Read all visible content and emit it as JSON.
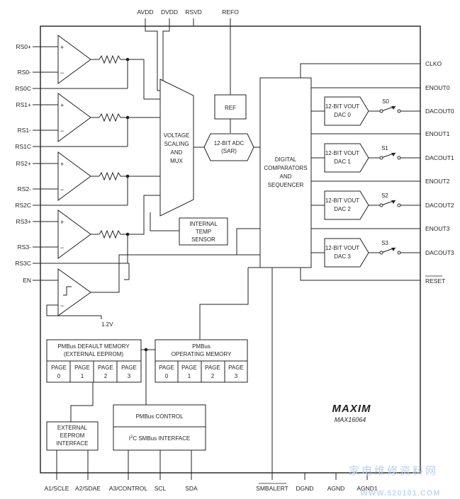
{
  "pins": {
    "top": [
      "AVDD",
      "DVDD",
      "RSVD",
      "REFO"
    ],
    "left": [
      "RS0+",
      "RS0-",
      "RS0C",
      "RS1+",
      "RS1-",
      "RS1C",
      "RS2+",
      "RS2-",
      "RS2C",
      "RS3+",
      "RS3-",
      "RS3C",
      "EN"
    ],
    "right": [
      "CLKO",
      "ENOUT0",
      "DACOUT0",
      "ENOUT1",
      "DACOUT1",
      "ENOUT2",
      "DACOUT2",
      "ENOUT3",
      "DACOUT3",
      "RESET"
    ],
    "bottom": [
      "A1/SCLE",
      "A2/SDAE",
      "A3/CONTROL",
      "SCL",
      "SDA",
      "SMBALERT",
      "DGND",
      "AGND",
      "AGND1"
    ]
  },
  "blocks": {
    "mux": [
      "VOLTAGE",
      "SCALING",
      "AND",
      "MUX"
    ],
    "ref": "REF",
    "adc": [
      "12-BIT ADC",
      "(SAR)"
    ],
    "temp": [
      "INTERNAL",
      "TEMP",
      "SENSOR"
    ],
    "digital": [
      "DIGITAL",
      "COMPARATORS",
      "AND",
      "SEQUENCER"
    ],
    "dacs": [
      {
        "line1": "12-BIT VOUT",
        "line2": "DAC 0",
        "switch": "S0"
      },
      {
        "line1": "12-BIT VOUT",
        "line2": "DAC 1",
        "switch": "S1"
      },
      {
        "line1": "12-BIT VOUT",
        "line2": "DAC 2",
        "switch": "S2"
      },
      {
        "line1": "12-BIT VOUT",
        "line2": "DAC 3",
        "switch": "S3"
      }
    ],
    "en_threshold": "1.2V",
    "default_memory": {
      "title1": "PMBus DEFAULT MEMORY",
      "title2": "(EXTERNAL EEPROM)",
      "pages": [
        [
          "PAGE",
          "0"
        ],
        [
          "PAGE",
          "1"
        ],
        [
          "PAGE",
          "2"
        ],
        [
          "PAGE",
          "3"
        ]
      ]
    },
    "operating_memory": {
      "title1": "PMBus",
      "title2": "OPERATING MEMORY",
      "pages": [
        [
          "PAGE",
          "0"
        ],
        [
          "PAGE",
          "1"
        ],
        [
          "PAGE",
          "2"
        ],
        [
          "PAGE",
          "3"
        ]
      ]
    },
    "eeprom_if": [
      "EXTERNAL",
      "EEPROM",
      "INTERFACE"
    ],
    "pmbus_control": {
      "title": "PMBus CONTROL",
      "i2c_prefix": "I",
      "i2c_sup": "2",
      "i2c_rest": "C SMBus INTERFACE"
    }
  },
  "brand": {
    "logo": "MAXIM",
    "part": "MAX16064"
  },
  "watermark": {
    "line1": "家电维修资料网",
    "line2": "WWW.520101.COM"
  }
}
